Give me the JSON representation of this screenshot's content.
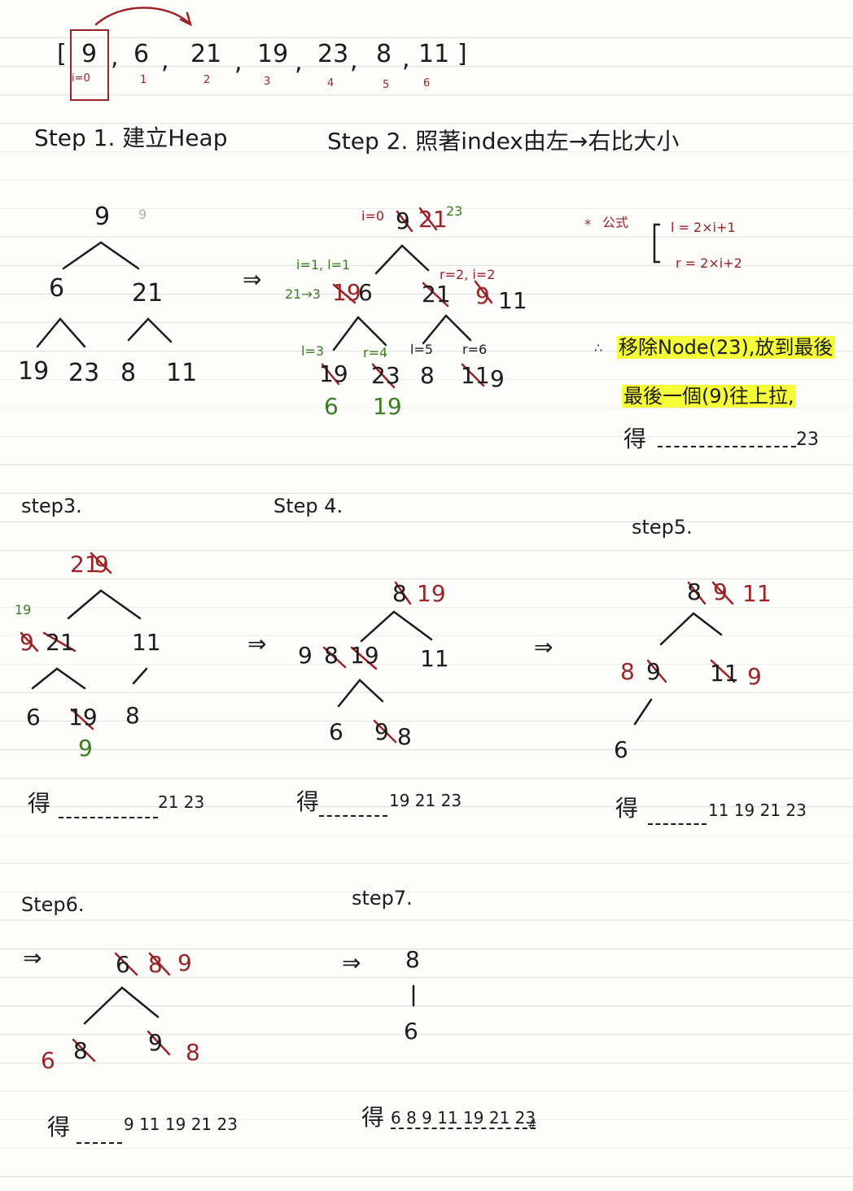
{
  "array": {
    "open": "[",
    "close": "]",
    "items": [
      {
        "value": "9",
        "index": "i=0"
      },
      {
        "value": "6",
        "index": "1"
      },
      {
        "value": "21",
        "index": "2"
      },
      {
        "value": "19",
        "index": "3"
      },
      {
        "value": "23",
        "index": "4"
      },
      {
        "value": "8",
        "index": "5"
      },
      {
        "value": "11",
        "index": "6"
      }
    ]
  },
  "step1": {
    "title": "Step 1. 建立Heap",
    "root": "9",
    "root_faded": "9",
    "l1": [
      "6",
      "21"
    ],
    "l2": [
      "19",
      "23",
      "8",
      "11"
    ]
  },
  "step2": {
    "title": "Step 2. 照著index由左→右比大小",
    "arrow": "⇒",
    "root_label": "i=0",
    "root_old": "9",
    "root_mid": "21",
    "root_new": "23",
    "left_label": "i=1, l=1",
    "left_prefix": "21→3",
    "left_old": "19",
    "left_x": "6",
    "right_label": "r=2, i=2",
    "right_old": "21",
    "right_mid": "9",
    "right_new": "11",
    "leaf_labels": [
      "l=3",
      "r=4",
      "l=5",
      "r=6"
    ],
    "leaves": [
      "19",
      "23",
      "8",
      "11"
    ],
    "leaf_new_right": "9",
    "leaf_below": [
      "6",
      "19"
    ]
  },
  "formula": {
    "star": "*",
    "label": "公式",
    "l": "l = 2×i+1",
    "r": "r = 2×i+2"
  },
  "note": {
    "prefix": "∴",
    "line1": "移除Node(23),放到最後",
    "line2": "最後一個(9)往上拉,",
    "line3_label": "得",
    "line3_result": "23"
  },
  "step3": {
    "title": "step3.",
    "root_old": "21",
    "root_new": "9",
    "left_above": "19",
    "left_old": "9",
    "left_new": "21",
    "right": "11",
    "leaves": [
      "6",
      "19",
      "8"
    ],
    "leaf_below": "9",
    "result_label": "得",
    "result": "21 23"
  },
  "step4": {
    "title": "Step 4.",
    "arrow": "⇒",
    "root_old": "8",
    "root_new": "19",
    "left_a": "9",
    "left_b": "8",
    "left_c": "19",
    "right": "11",
    "leaves": [
      "6",
      "9",
      "8"
    ],
    "result_label": "得",
    "result": "19 21 23"
  },
  "step5": {
    "title": "step5.",
    "arrow": "⇒",
    "root_a": "8",
    "root_b": "9",
    "root_c": "11",
    "left_a": "8",
    "left_b": "9",
    "right_a": "11",
    "right_b": "9",
    "leaf": "6",
    "result_label": "得",
    "result": "11 19 21 23"
  },
  "step6": {
    "title": "Step6.",
    "arrow": "⇒",
    "root_a": "6",
    "root_b": "8",
    "root_c": "9",
    "left_a": "6",
    "left_b": "8",
    "right_a": "9",
    "right_b": "8",
    "result_label": "得",
    "result": "9 11 19 21 23"
  },
  "step7": {
    "title": "step7.",
    "arrow": "⇒",
    "top": "8",
    "bottom": "6",
    "result_label": "得",
    "result": "6 8 9 11 19 21 23",
    "end": "#"
  }
}
